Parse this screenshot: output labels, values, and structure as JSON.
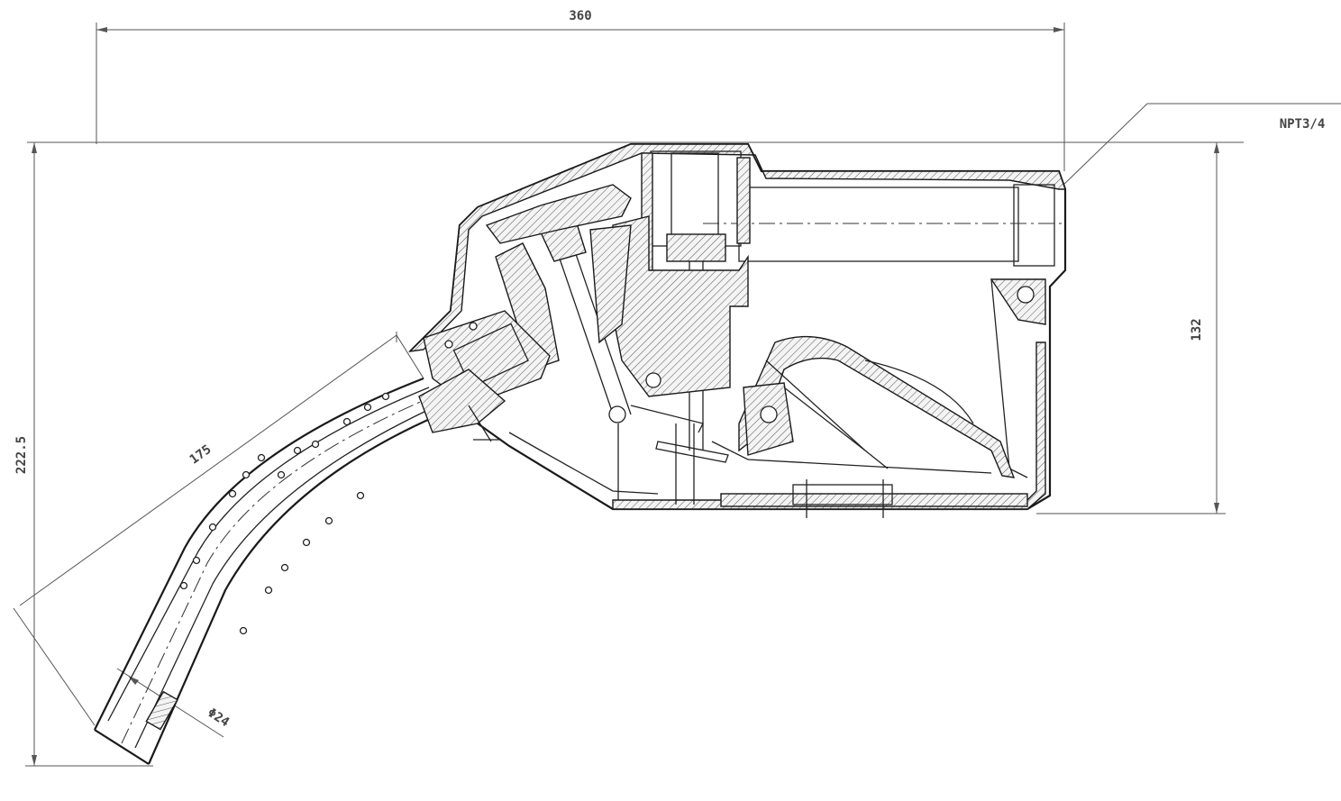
{
  "dimensions": {
    "overall_width": "360",
    "overall_height": "222.5",
    "body_height": "132",
    "spout_length": "175",
    "spout_diameter": "Φ24",
    "thread": "NPT3/4"
  }
}
